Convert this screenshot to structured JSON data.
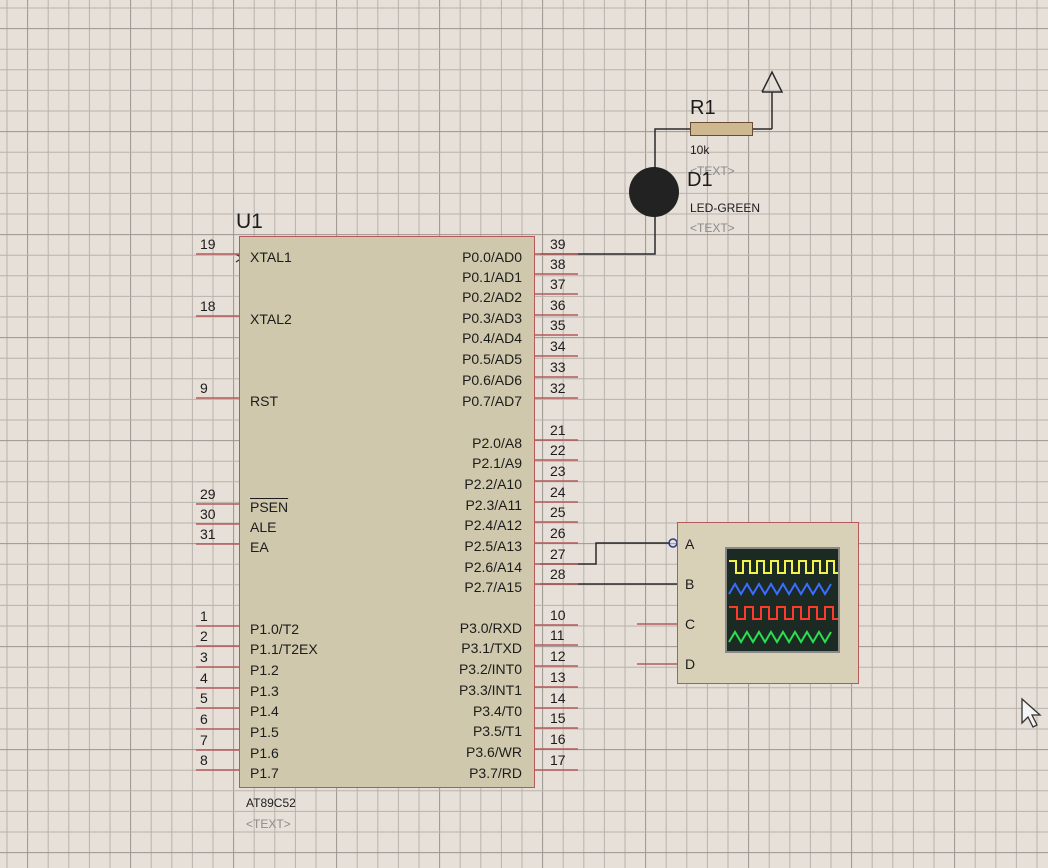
{
  "chip": {
    "ref": "U1",
    "part": "AT89C52",
    "text_placeholder": "<TEXT>",
    "left_pins": [
      {
        "num": "19",
        "name": "XTAL1"
      },
      {
        "num": "18",
        "name": "XTAL2"
      },
      {
        "num": "9",
        "name": "RST"
      },
      {
        "num": "29",
        "name": "PSEN"
      },
      {
        "num": "30",
        "name": "ALE"
      },
      {
        "num": "31",
        "name": "EA"
      },
      {
        "num": "1",
        "name": "P1.0/T2"
      },
      {
        "num": "2",
        "name": "P1.1/T2EX"
      },
      {
        "num": "3",
        "name": "P1.2"
      },
      {
        "num": "4",
        "name": "P1.3"
      },
      {
        "num": "5",
        "name": "P1.4"
      },
      {
        "num": "6",
        "name": "P1.5"
      },
      {
        "num": "7",
        "name": "P1.6"
      },
      {
        "num": "8",
        "name": "P1.7"
      }
    ],
    "right_pins": [
      {
        "num": "39",
        "name": "P0.0/AD0"
      },
      {
        "num": "38",
        "name": "P0.1/AD1"
      },
      {
        "num": "37",
        "name": "P0.2/AD2"
      },
      {
        "num": "36",
        "name": "P0.3/AD3"
      },
      {
        "num": "35",
        "name": "P0.4/AD4"
      },
      {
        "num": "34",
        "name": "P0.5/AD5"
      },
      {
        "num": "33",
        "name": "P0.6/AD6"
      },
      {
        "num": "32",
        "name": "P0.7/AD7"
      },
      {
        "num": "21",
        "name": "P2.0/A8"
      },
      {
        "num": "22",
        "name": "P2.1/A9"
      },
      {
        "num": "23",
        "name": "P2.2/A10"
      },
      {
        "num": "24",
        "name": "P2.3/A11"
      },
      {
        "num": "25",
        "name": "P2.4/A12"
      },
      {
        "num": "26",
        "name": "P2.5/A13"
      },
      {
        "num": "27",
        "name": "P2.6/A14"
      },
      {
        "num": "28",
        "name": "P2.7/A15"
      },
      {
        "num": "10",
        "name": "P3.0/RXD"
      },
      {
        "num": "11",
        "name": "P3.1/TXD"
      },
      {
        "num": "12",
        "name": "P3.2/INT0"
      },
      {
        "num": "13",
        "name": "P3.3/INT1"
      },
      {
        "num": "14",
        "name": "P3.4/T0"
      },
      {
        "num": "15",
        "name": "P3.5/T1"
      },
      {
        "num": "16",
        "name": "P3.6/WR"
      },
      {
        "num": "17",
        "name": "P3.7/RD"
      }
    ]
  },
  "resistor": {
    "ref": "R1",
    "value": "10k",
    "text_placeholder": "<TEXT>"
  },
  "led": {
    "ref": "D1",
    "part": "LED-GREEN",
    "text_placeholder": "<TEXT>"
  },
  "oscilloscope": {
    "channels": [
      "A",
      "B",
      "C",
      "D"
    ],
    "trace_colors": [
      "#f2f24a",
      "#3a6cff",
      "#ff3a2a",
      "#28e050"
    ]
  },
  "colors": {
    "grid": "#b9b2ac",
    "grid_major": "#9c958f",
    "wire": "#2a2a2a",
    "border": "#b45a5a",
    "pin": "#b45a5a"
  }
}
